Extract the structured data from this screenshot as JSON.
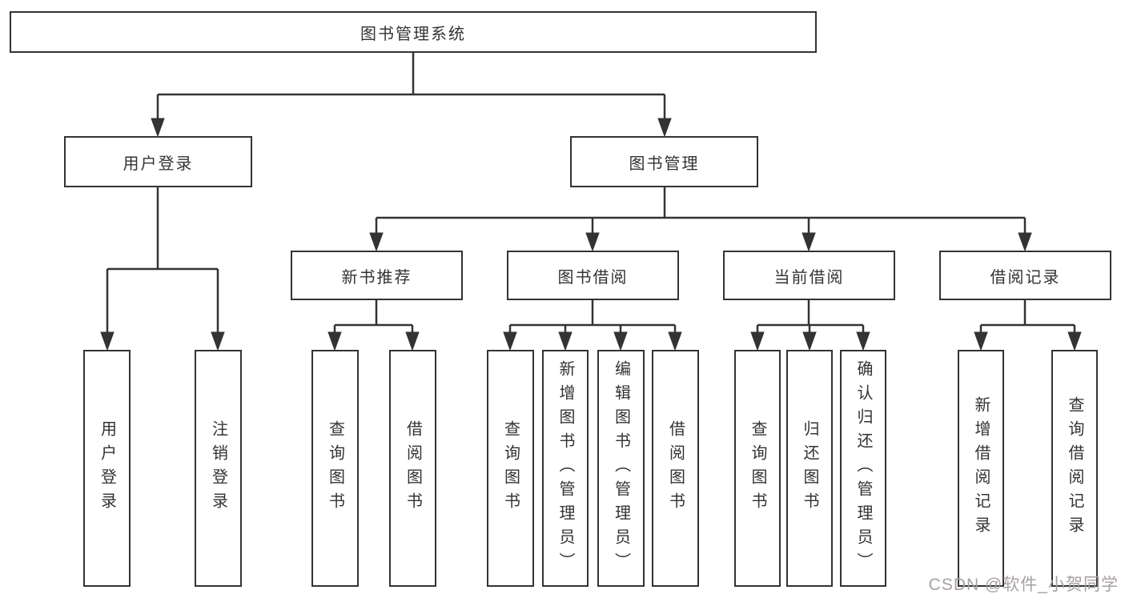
{
  "diagram": {
    "root": "图书管理系统",
    "level2": {
      "user_login": "用户登录",
      "book_mgmt": "图书管理"
    },
    "level3": {
      "new_books": "新书推荐",
      "borrowing": "图书借阅",
      "current": "当前借阅",
      "records": "借阅记录"
    },
    "leaves": {
      "user_login": [
        "用户登录",
        "注销登录"
      ],
      "new_books": [
        "查询图书",
        "借阅图书"
      ],
      "borrowing": [
        "查询图书",
        "新增图书（管理员）",
        "编辑图书（管理员）",
        "借阅图书"
      ],
      "current": [
        "查询图书",
        "归还图书",
        "确认归还（管理员）"
      ],
      "records": [
        "新增借阅记录",
        "查询借阅记录"
      ]
    },
    "watermark": "CSDN @软件_小贺同学",
    "colors": {
      "line": "#333333",
      "text": "#333333",
      "watermark": "#a7a0a0",
      "background": "#ffffff"
    }
  }
}
